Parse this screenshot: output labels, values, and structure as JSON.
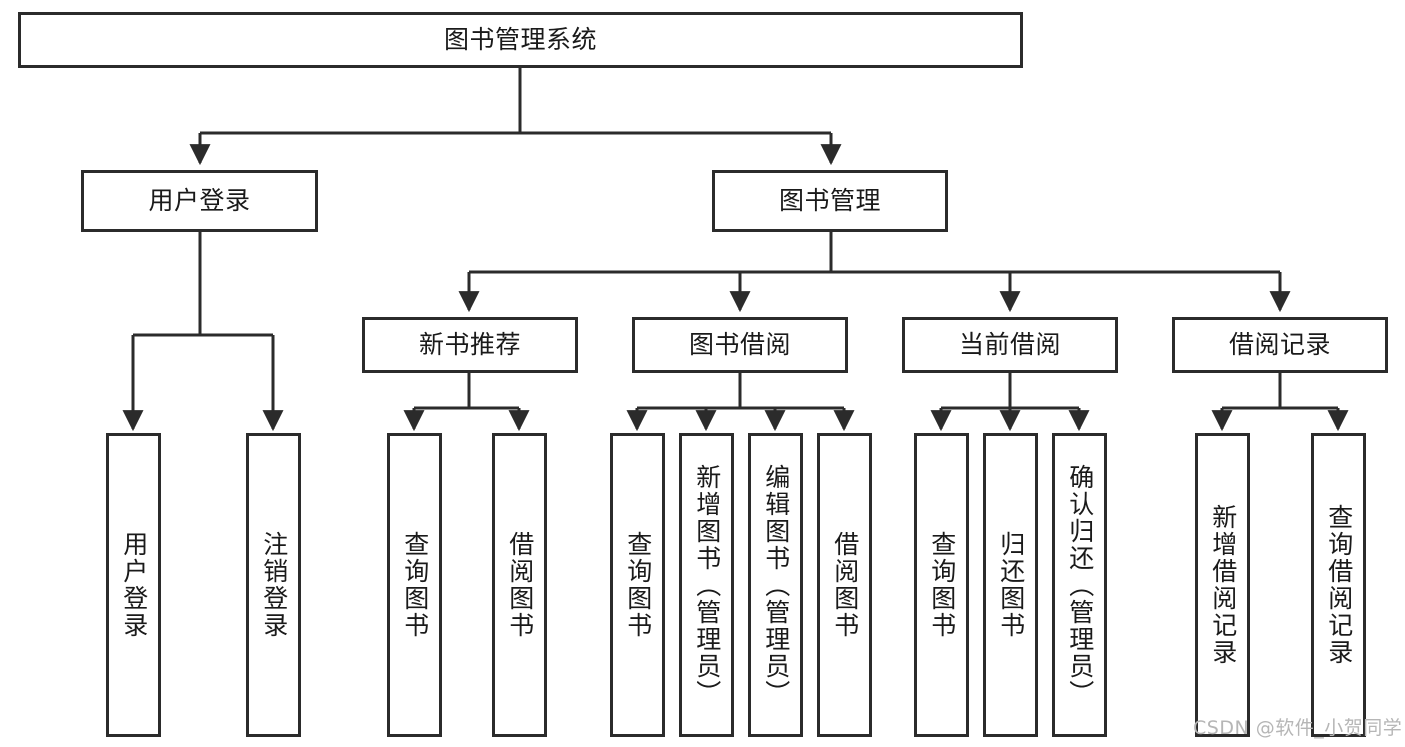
{
  "diagram": {
    "title": "图书管理系统",
    "type": "tree-hierarchy",
    "levels": 4,
    "colors": {
      "box_border": "#2b2b2b",
      "box_fill": "#ffffff",
      "edge": "#2b2b2b",
      "text": "#1a1a1a",
      "watermark": "#b6b6b6",
      "background": "#ffffff"
    },
    "root": {
      "label": "图书管理系统"
    },
    "level2": [
      {
        "label": "用户登录"
      },
      {
        "label": "图书管理"
      }
    ],
    "level3": [
      {
        "label": "新书推荐"
      },
      {
        "label": "图书借阅"
      },
      {
        "label": "当前借阅"
      },
      {
        "label": "借阅记录"
      }
    ],
    "leaves": {
      "user_login": [
        {
          "label": "用户登录"
        },
        {
          "label": "注销登录"
        }
      ],
      "new_book_recommend": [
        {
          "label": "查询图书"
        },
        {
          "label": "借阅图书"
        }
      ],
      "book_borrow": [
        {
          "label": "查询图书"
        },
        {
          "label": "新增图书（管理员）"
        },
        {
          "label": "编辑图书（管理员）"
        },
        {
          "label": "借阅图书"
        }
      ],
      "current_borrow": [
        {
          "label": "查询图书"
        },
        {
          "label": "归还图书"
        },
        {
          "label": "确认归还（管理员）"
        }
      ],
      "borrow_record": [
        {
          "label": "新增借阅记录"
        },
        {
          "label": "查询借阅记录"
        }
      ]
    }
  },
  "watermark": {
    "text": "CSDN @软件_小贺同学"
  }
}
